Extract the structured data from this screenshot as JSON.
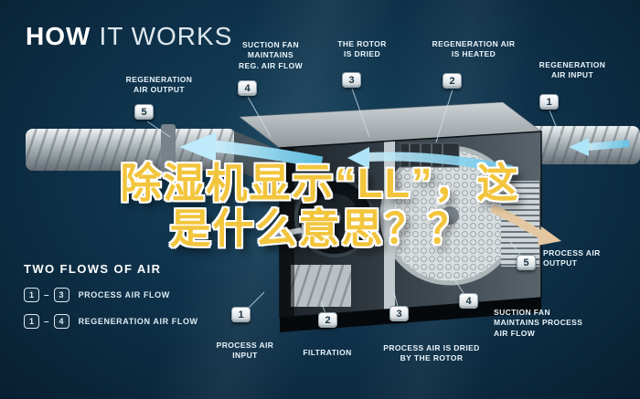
{
  "colors": {
    "background": "#0e3048",
    "accent_cyan": "#7fd4f0",
    "overlay_gold": "#f2c53d",
    "label_text": "#e8f4fa",
    "badge_bg": "#ffffff",
    "badge_text": "#1b3342",
    "process_arrow_tan": "#e5c8a1"
  },
  "title": {
    "bold": "HOW",
    "light": "IT WORKS"
  },
  "overlay": {
    "line1": "除湿机显示“LL”，这",
    "line2": "是什么意思？？"
  },
  "callouts": {
    "reg_air_output": {
      "num": "5",
      "line1": "REGENERATION",
      "line2": "AIR OUTPUT"
    },
    "suction_fan_reg": {
      "num": "4",
      "line1": "SUCTION FAN",
      "line2": "MAINTAINS",
      "line3": "REG. AIR FLOW"
    },
    "rotor_dried": {
      "num": "3",
      "line1": "THE ROTOR",
      "line2": "IS DRIED"
    },
    "reg_air_heated": {
      "num": "2",
      "line1": "REGENERATION AIR",
      "line2": "IS HEATED"
    },
    "reg_air_input": {
      "num": "1",
      "line1": "REGENERATION",
      "line2": "AIR INPUT"
    },
    "process_air_output": {
      "num": "5",
      "line1": "PROCESS AIR",
      "line2": "OUTPUT"
    },
    "suction_fan_process": {
      "num": "4",
      "line1": "SUCTION FAN",
      "line2": "MAINTAINS PROCESS",
      "line3": "AIR FLOW"
    },
    "process_air_dried": {
      "num": "3",
      "line1": "PROCESS AIR IS DRIED",
      "line2": "BY THE ROTOR"
    },
    "filtration": {
      "num": "2",
      "line1": "FILTRATION"
    },
    "process_air_input": {
      "num": "1",
      "line1": "PROCESS AIR",
      "line2": "INPUT"
    }
  },
  "legend": {
    "heading": "TWO FLOWS OF AIR",
    "separator": "–",
    "rows": [
      {
        "from": "1",
        "to": "3",
        "label": "PROCESS AIR FLOW"
      },
      {
        "from": "1",
        "to": "4",
        "label": "REGENERATION AIR FLOW"
      }
    ]
  }
}
